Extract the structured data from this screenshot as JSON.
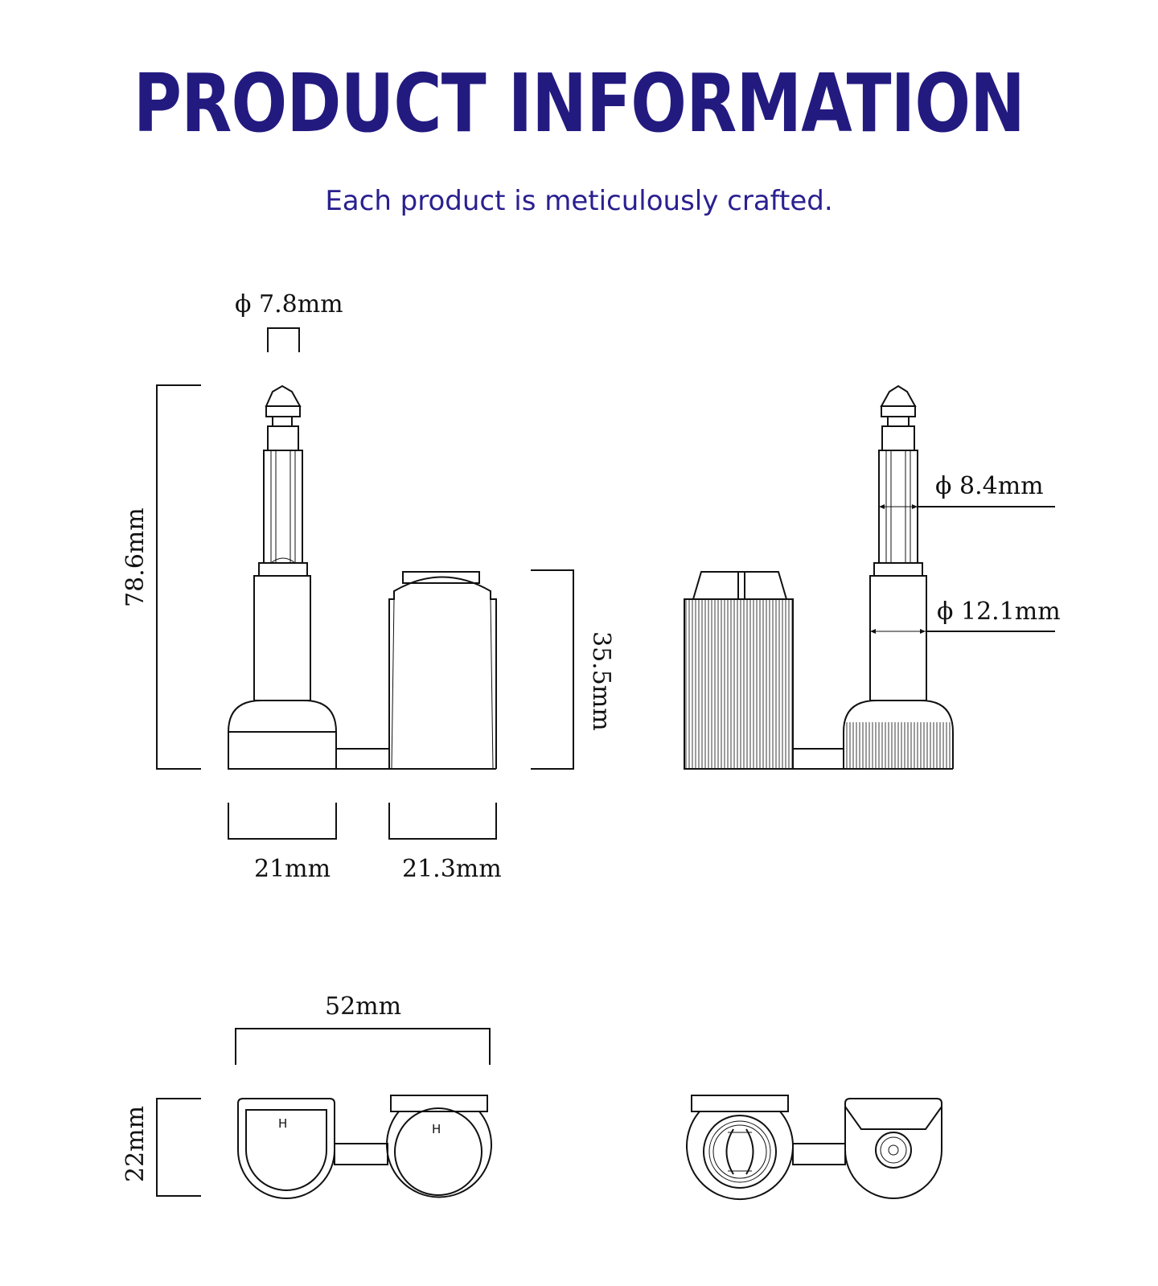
{
  "header": {
    "title": "PRODUCT INFORMATION",
    "subtitle": "Each product is meticulously crafted."
  },
  "dimensions": {
    "pin_tip_diameter": "ϕ 7.8mm",
    "total_height": "78.6mm",
    "cap_height": "35.5mm",
    "base_width": "21mm",
    "cap_width": "21.3mm",
    "shaft_diameter": "ϕ 8.4mm",
    "neck_diameter": "ϕ 12.1mm",
    "overall_length": "52mm",
    "top_depth": "22mm"
  },
  "view_labels": {
    "mark_left": "H",
    "mark_right": "H"
  },
  "colors": {
    "title": "#231a80",
    "line": "#111111"
  }
}
